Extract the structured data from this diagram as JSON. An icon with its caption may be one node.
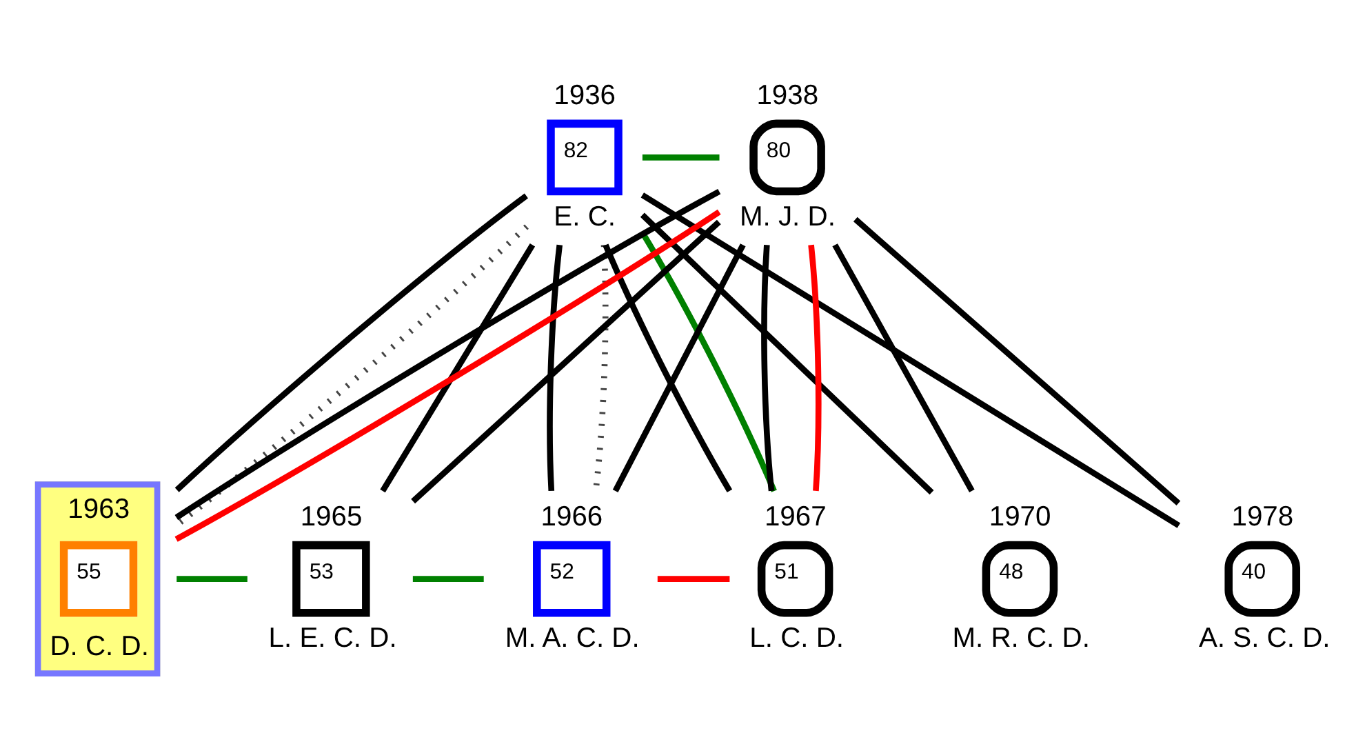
{
  "diagram": {
    "nodes": [
      {
        "text": [
          "1936",
          "82",
          "E. C."
        ]
      },
      {
        "text": [
          "1938",
          "80",
          "M. J. D."
        ]
      },
      {
        "text": [
          "1963",
          "55",
          "D. C. D."
        ]
      },
      {
        "text": [
          "1965",
          "53",
          "L. E. C. D."
        ]
      },
      {
        "text": [
          "1966",
          "52",
          "M. A. C. D."
        ]
      },
      {
        "text": [
          "1967",
          "51",
          "L. C. D."
        ]
      },
      {
        "text": [
          "1970",
          "48",
          "M. R. C. D."
        ]
      },
      {
        "text": [
          "1978",
          "40",
          "A. S. C. D."
        ]
      }
    ],
    "edges": [
      {
        "from": 0,
        "to": 2,
        "arrow": "none"
      },
      {
        "from": 0,
        "to": 3,
        "arrow": "none"
      },
      {
        "from": 0,
        "to": 4,
        "arrow": "none"
      },
      {
        "from": 0,
        "to": 5,
        "arrow": "none"
      },
      {
        "from": 0,
        "to": 6,
        "arrow": "none"
      },
      {
        "from": 0,
        "to": 7,
        "arrow": "none"
      },
      {
        "from": 1,
        "to": 2,
        "arrow": "none"
      },
      {
        "from": 1,
        "to": 3,
        "arrow": "none"
      },
      {
        "from": 1,
        "to": 4,
        "arrow": "none"
      },
      {
        "from": 1,
        "to": 5,
        "arrow": "none"
      },
      {
        "from": 1,
        "to": 6,
        "arrow": "none"
      },
      {
        "from": 1,
        "to": 7,
        "arrow": "none"
      },
      {
        "from": 0,
        "to": 1,
        "arrow": "none",
        "color": "#008000"
      },
      {
        "from": 0,
        "to": 5,
        "arrow": "none",
        "color": "#008000"
      },
      {
        "from": 0,
        "to": 2,
        "arrow": "none",
        "style": "dashed",
        "color": "#444444"
      },
      {
        "from": 0,
        "to": 4,
        "arrow": "none",
        "style": "dashed",
        "color": "#444444"
      },
      {
        "from": 1,
        "to": 2,
        "arrow": "none",
        "color": "#ff0000"
      },
      {
        "from": 1,
        "to": 5,
        "arrow": "none",
        "color": "#ff0000"
      },
      {
        "from": 2,
        "to": 3,
        "arrow": "none",
        "color": "#008000"
      },
      {
        "from": 3,
        "to": 4,
        "arrow": "none",
        "color": "#008000"
      },
      {
        "from": 4,
        "to": 5,
        "arrow": "none",
        "color": "#ff0000"
      }
    ]
  }
}
